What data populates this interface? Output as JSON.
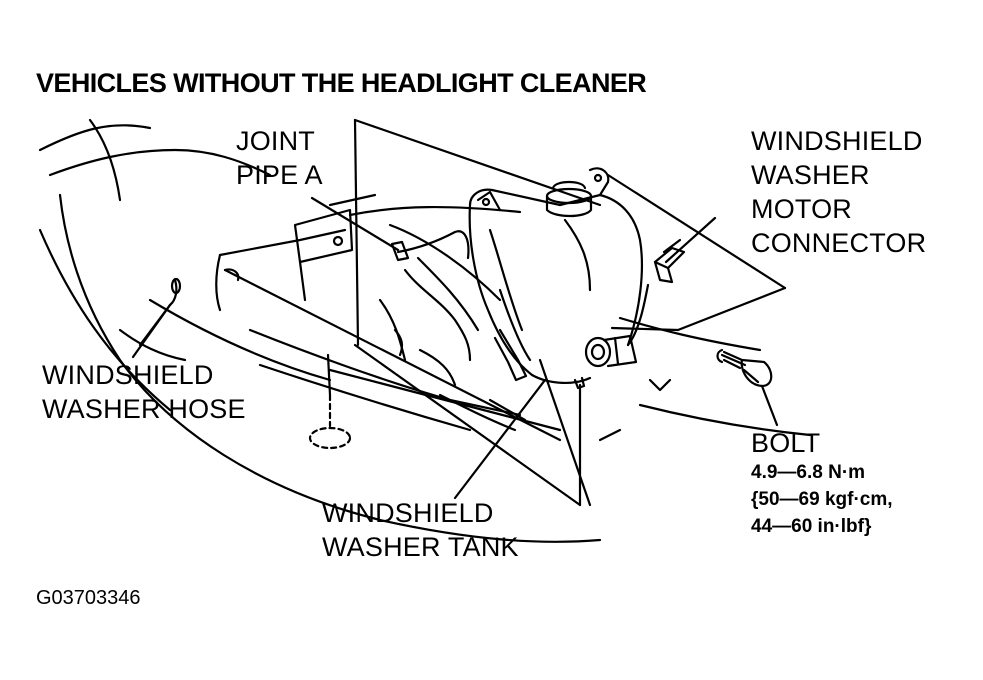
{
  "title": "VEHICLES WITHOUT THE HEADLIGHT CLEANER",
  "labels": {
    "joint_pipe_a": [
      "JOINT",
      "PIPE A"
    ],
    "motor_connector": [
      "WINDSHIELD",
      "WASHER",
      "MOTOR",
      "CONNECTOR"
    ],
    "washer_hose": [
      "WINDSHIELD",
      "WASHER HOSE"
    ],
    "washer_tank": [
      "WINDSHIELD",
      "WASHER TANK"
    ],
    "bolt": "BOLT"
  },
  "torque_spec": [
    "4.9—6.8 N·m",
    "{50—69 kgf·cm,",
    "44—60 in·lbf}"
  ],
  "figure_id": "G03703346"
}
